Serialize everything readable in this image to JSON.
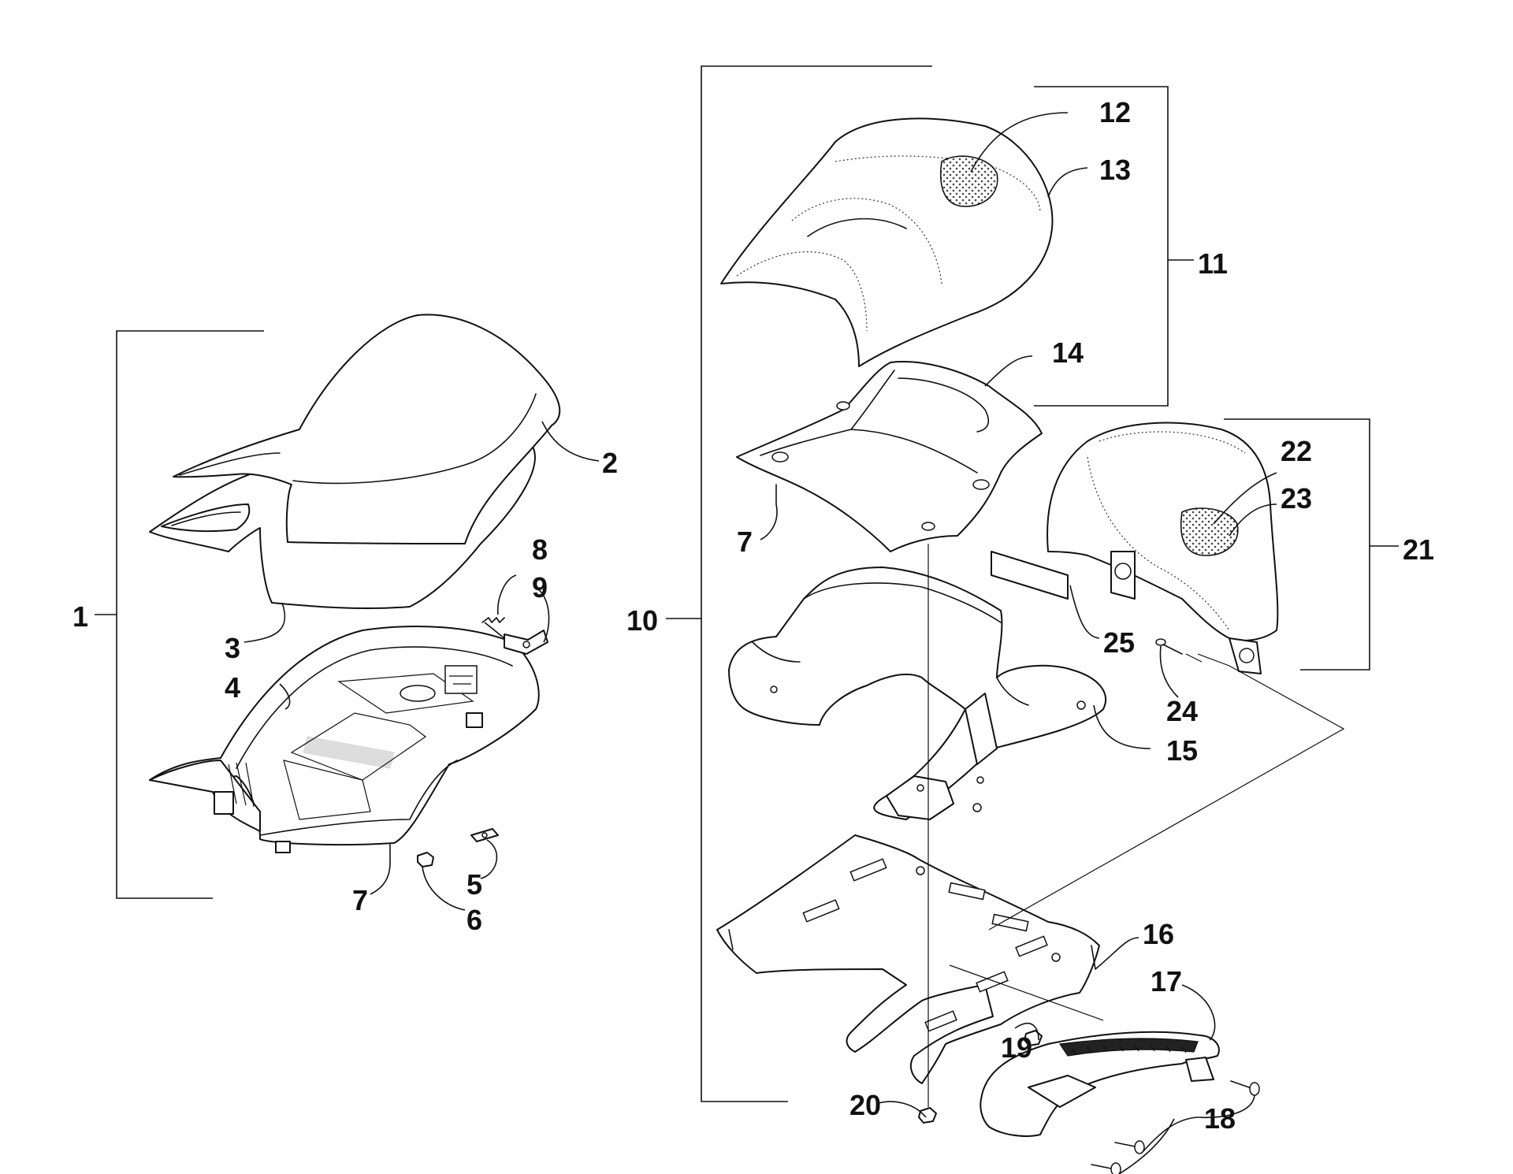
{
  "callouts": {
    "c1": "1",
    "c2": "2",
    "c3": "3",
    "c4": "4",
    "c5": "5",
    "c6": "6",
    "c7a": "7",
    "c7b": "7",
    "c8": "8",
    "c9": "9",
    "c10": "10",
    "c11": "11",
    "c12": "12",
    "c13": "13",
    "c14": "14",
    "c15": "15",
    "c16": "16",
    "c17": "17",
    "c18": "18",
    "c19": "19",
    "c20": "20",
    "c21": "21",
    "c22": "22",
    "c23": "23",
    "c24": "24",
    "c25": "25"
  },
  "colors": {
    "line": "#111111",
    "background": "#ffffff",
    "pattern": "#444444"
  }
}
